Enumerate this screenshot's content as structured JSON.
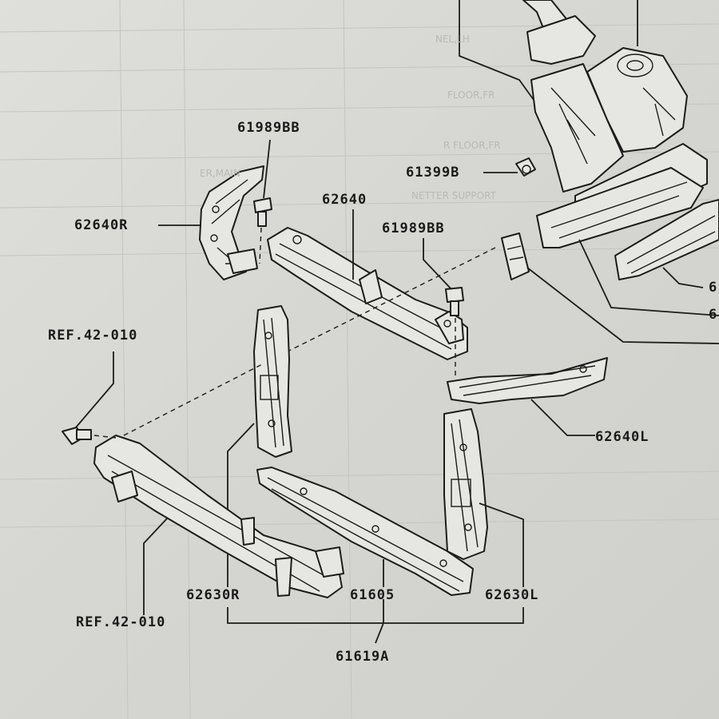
{
  "labels": {
    "lbl_61989bb_top": "61989BB",
    "lbl_62640r": "62640R",
    "lbl_62640": "62640",
    "lbl_61989bb_mid": "61989BB",
    "lbl_61399b": "61399B",
    "lbl_ref_top": "REF.42-010",
    "lbl_62640l": "62640L",
    "lbl_62630r": "62630R",
    "lbl_61605": "61605",
    "lbl_62630l": "62630L",
    "lbl_ref_bottom": "REF.42-010",
    "lbl_61619a": "61619A",
    "lbl_6_a": "6",
    "lbl_6_b": "6"
  },
  "ghost_text": {
    "g1": "NEL,LH",
    "g2": "FLOOR,FR",
    "g3": "R FLOOR,FR",
    "g4": "NETTER SUPPORT",
    "g5": "ER,MAIN"
  }
}
